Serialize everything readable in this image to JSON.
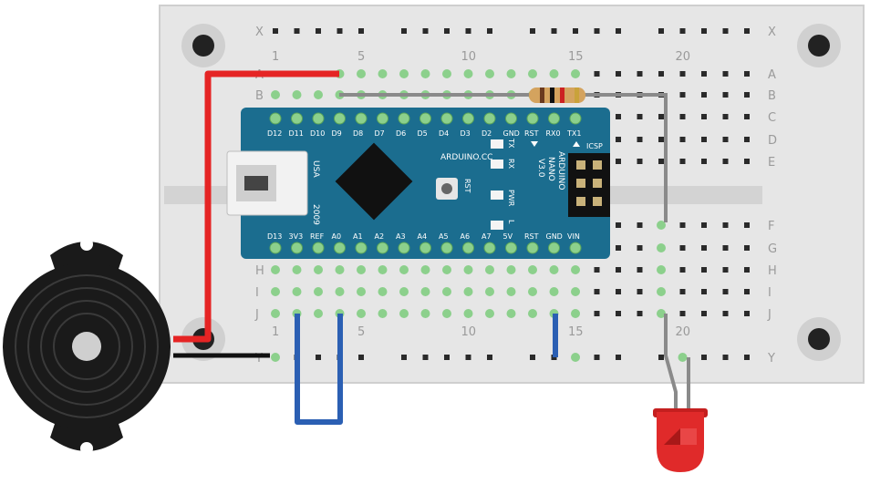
{
  "breadboard": {
    "column_numbers": [
      "1",
      "5",
      "10",
      "15",
      "20"
    ],
    "rows_left": [
      "X",
      "A",
      "B",
      "C",
      "D",
      "E",
      "F",
      "G",
      "H",
      "I",
      "J",
      "Y"
    ],
    "rows_right": [
      "X",
      "A",
      "B",
      "C",
      "D",
      "E",
      "F",
      "G",
      "H",
      "I",
      "J",
      "Y"
    ]
  },
  "arduino": {
    "top_pins": [
      "D12",
      "D11",
      "D10",
      "D9",
      "D8",
      "D7",
      "D6",
      "D5",
      "D4",
      "D3",
      "D2",
      "GND",
      "RST",
      "RX0",
      "TX1"
    ],
    "bottom_pins": [
      "D13",
      "3V3",
      "REF",
      "A0",
      "A1",
      "A2",
      "A3",
      "A4",
      "A5",
      "A6",
      "A7",
      "5V",
      "RST",
      "GND",
      "VIN"
    ],
    "brand": "ARDUINO.CC",
    "model": "ARDUINO",
    "model_line2": "NANO",
    "model_line3": "V3.0",
    "usa": "USA",
    "year": "2009",
    "icsp": "ICSP",
    "rst_label": "RST",
    "led_labels": [
      "TX",
      "RX",
      "PWR",
      "L"
    ]
  },
  "colors": {
    "board": "#e6e6e6",
    "arduino_pcb": "#1b6d8f",
    "wire_red": "#e52424",
    "wire_black": "#111111",
    "wire_blue": "#2b5fb3",
    "wire_gray": "#8a8a8a",
    "hole_green": "#8cd08c",
    "led_red": "#e02a2a"
  }
}
